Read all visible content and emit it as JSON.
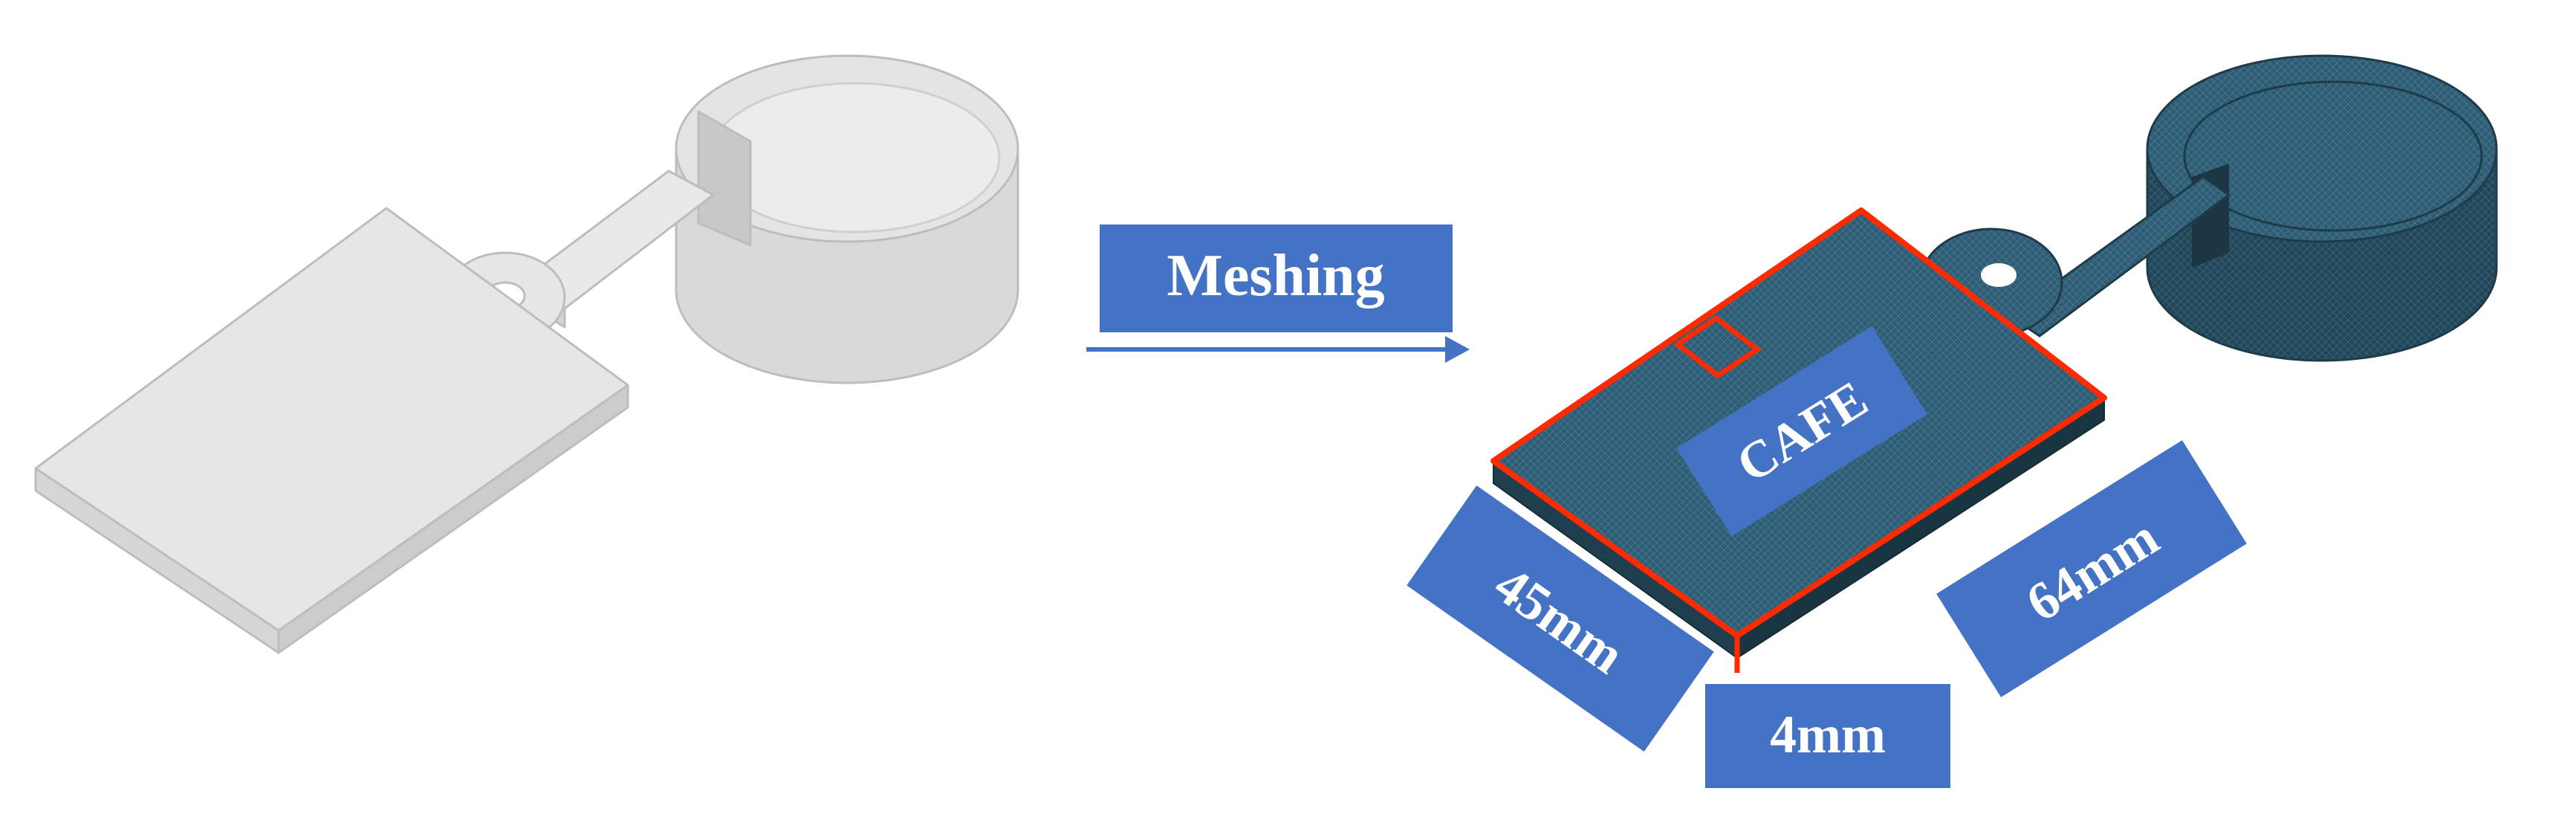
{
  "arrow": {
    "label": "Meshing"
  },
  "region_label": "CAFE",
  "dimensions": {
    "length": "45mm",
    "width": "64mm",
    "thickness": "4mm"
  },
  "colors": {
    "label_box": "#4472c4",
    "mesh": "#2f5b73",
    "highlight": "#ff2a00",
    "raw_part": "#e2e2e2"
  }
}
